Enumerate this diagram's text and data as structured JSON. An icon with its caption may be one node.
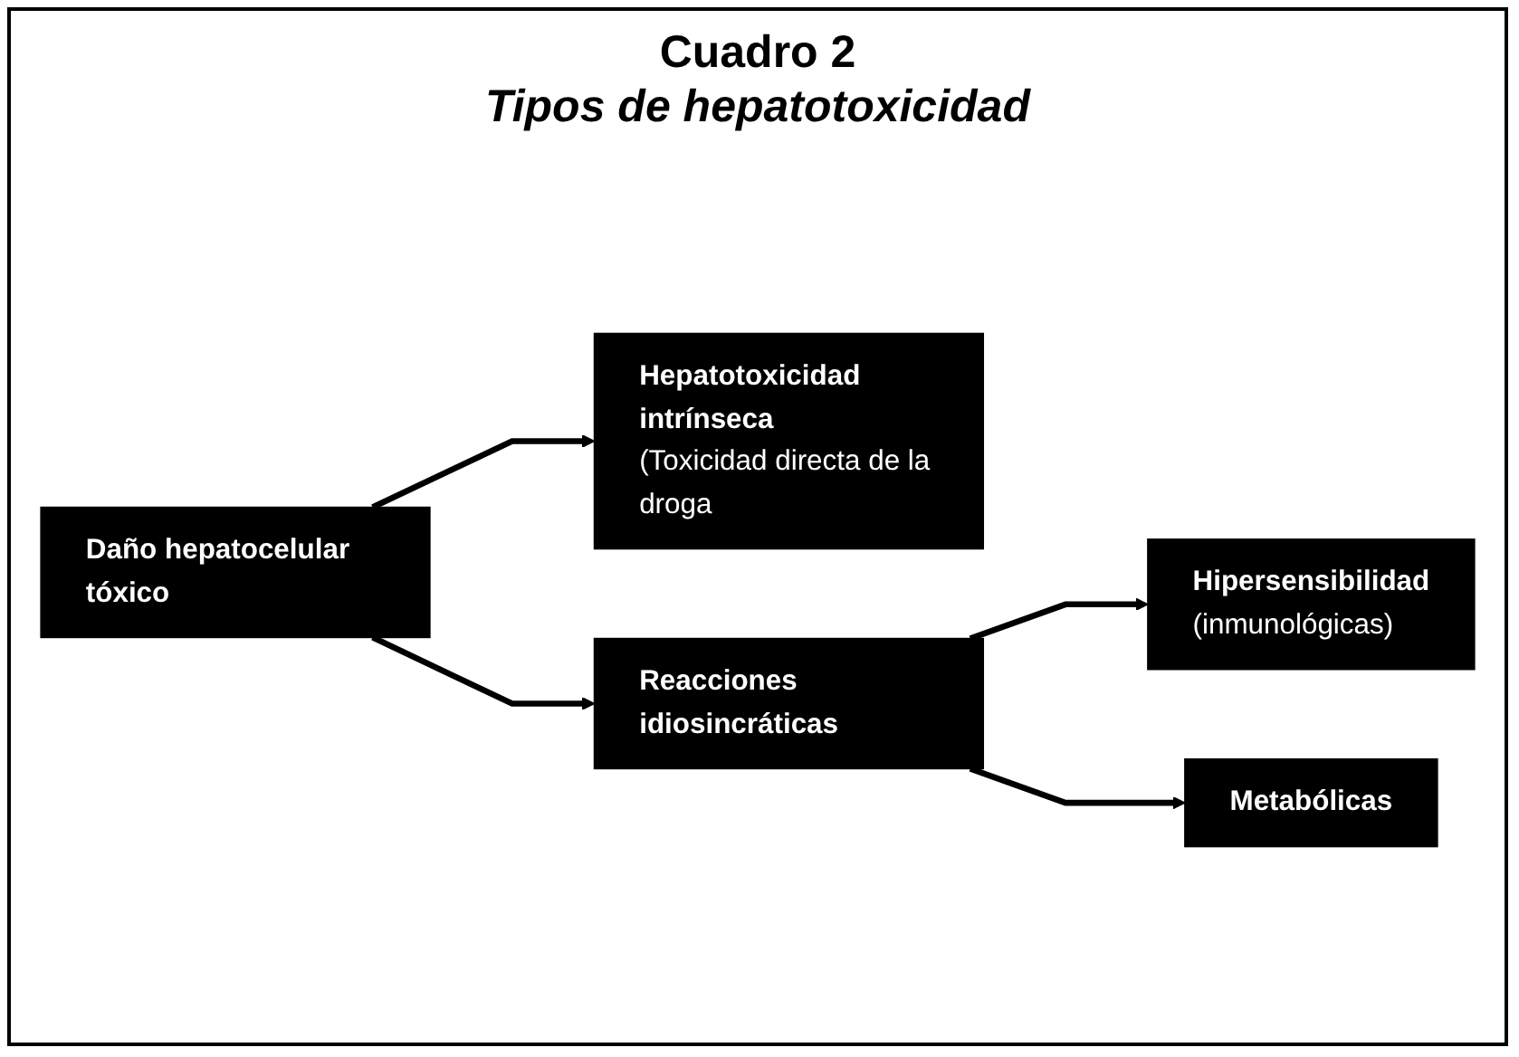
{
  "diagram": {
    "title": "Cuadro 2",
    "nodes": [
      {
        "text": [
          "Daño hepatocelular tóxico"
        ]
      },
      {
        "text": [
          "Hepatotoxicidad intrínseca",
          "(Toxicidad directa de la droga"
        ]
      },
      {
        "text": [
          "Reacciones idiosincráticas"
        ]
      },
      {
        "text": [
          "Hipersensibilidad",
          "(inmunológicas)"
        ]
      },
      {
        "text": [
          "Metabólicas"
        ]
      }
    ],
    "edges": [
      {
        "from": 0,
        "to": 1,
        "arrow": "to"
      },
      {
        "from": 0,
        "to": 2,
        "arrow": "to"
      },
      {
        "from": 2,
        "to": 3,
        "arrow": "to"
      },
      {
        "from": 2,
        "to": 4,
        "arrow": "to"
      }
    ],
    "labels": [
      "Tipos de hepatotoxicidad"
    ]
  }
}
